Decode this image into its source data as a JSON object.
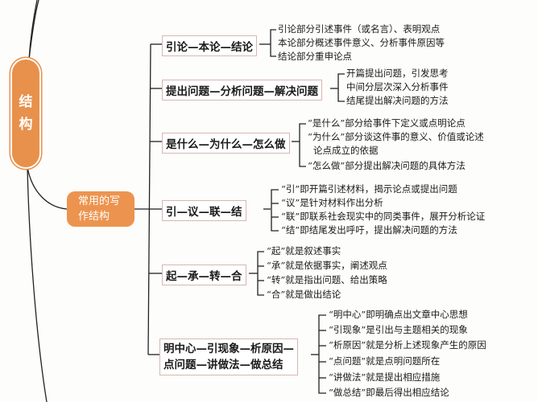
{
  "root": {
    "chars": [
      "结",
      "构"
    ],
    "color": "#e8914c"
  },
  "subtopic": {
    "line1": "常用的写",
    "line2": "作结构",
    "color": "#ec944f"
  },
  "structures": [
    {
      "label": "引论—本论—结论",
      "details": [
        "引论部分引述事件（或名言）、表明观点",
        "本论部分概述事件意义、分析事件原因等",
        "结论部分重申论点"
      ]
    },
    {
      "label": "提出问题—分析问题—解决问题",
      "details": [
        "开篇提出问题，引发思考",
        "中间分层次深入分析事件",
        "结尾提出解决问题的方法"
      ]
    },
    {
      "label": "是什么—为什么—怎么做",
      "details": [
        "“是什么”部分给事件下定义或点明论点",
        "“为什么”部分谈这件事的意义、价值或论述",
        "论点成立的依据",
        "“怎么做”部分提出解决问题的具体方法"
      ]
    },
    {
      "label": "引—议—联—结",
      "details": [
        "“引”即开篇引述材料，揭示论点或提出问题",
        "“议”是针对材料作出分析",
        "“联”即联系社会现实中的同类事件，展开分析论证",
        "“结”即结尾发出呼吁，提出解决问题的方法"
      ]
    },
    {
      "label": "起—承—转—合",
      "details": [
        "“起”就是叙述事实",
        "“承”就是依据事实，阐述观点",
        "“转”就是指出问题、给出策略",
        "“合”就是做出结论"
      ]
    },
    {
      "label_line1": "明中心—引现象—析原因—",
      "label_line2": "点问题—讲做法—做总结",
      "details": [
        "“明中心”即明确点出文章中心思想",
        "“引现象”是引出与主题相关的现象",
        "“析原因”就是分析上述现象产生的原因",
        "“点问题”就是点明问题所在",
        "“讲做法”就是提出相应措施",
        "“做总结”即最后得出相应结论"
      ]
    }
  ]
}
